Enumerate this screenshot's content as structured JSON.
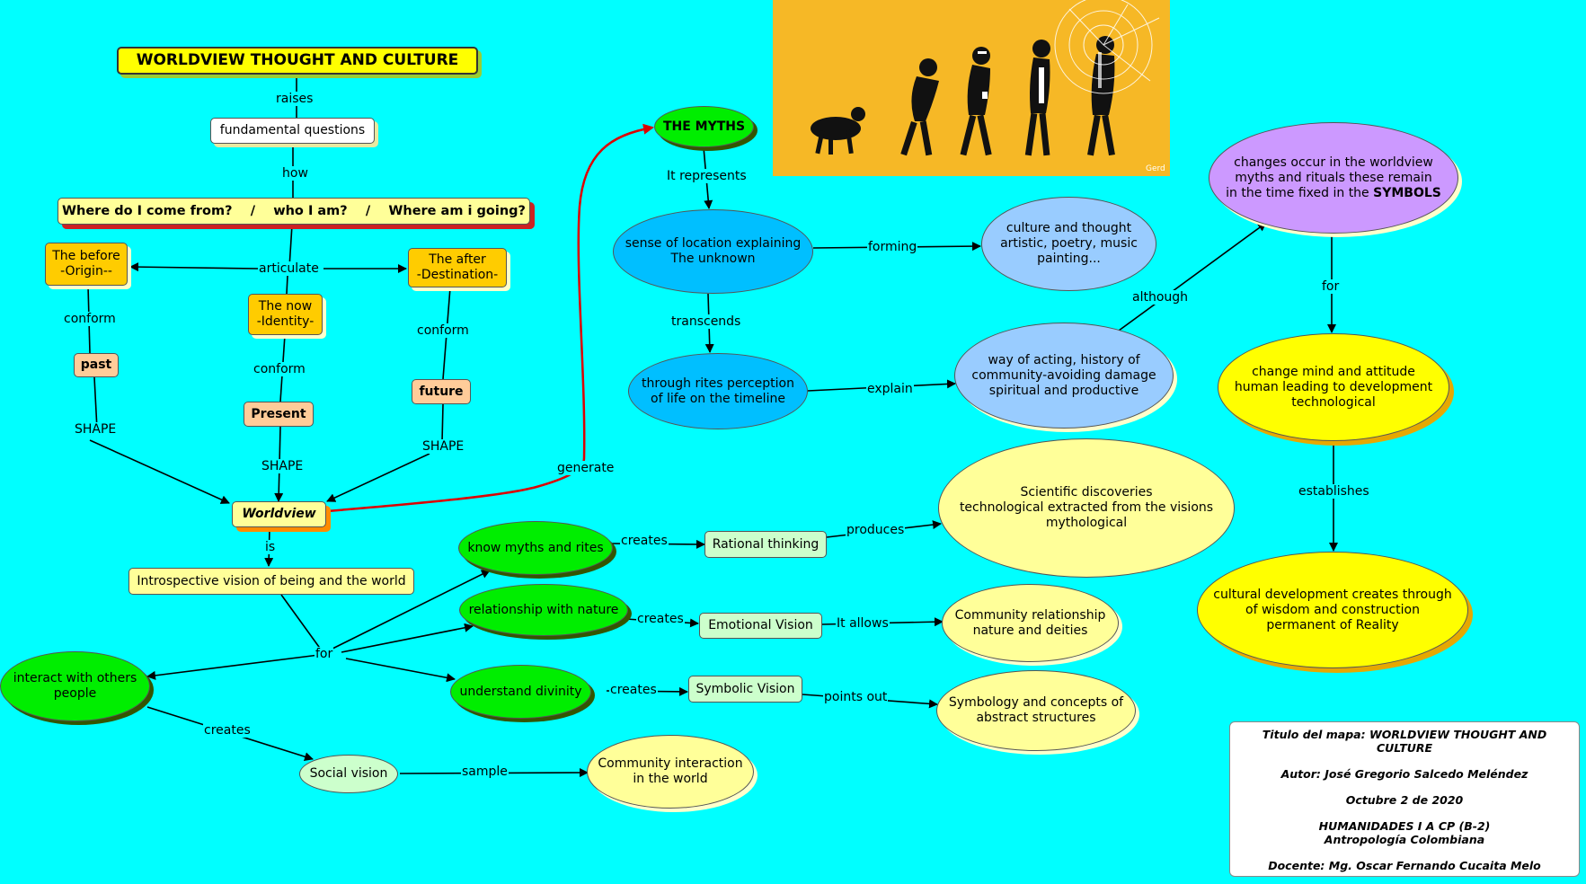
{
  "title": "WORLDVIEW THOUGHT AND CULTURE",
  "nodes": {
    "fundamental": "fundamental questions",
    "questions": "Where do I come from?    /    who I am?    /    Where am i going?",
    "before": "The before\n-Origin--",
    "now": "The now\n-Identity-",
    "after": "The after\n-Destination-",
    "past": "past",
    "present": "Present",
    "future": "future",
    "worldview": "Worldview",
    "introspective": "Introspective vision of being and the world",
    "know_myths": "know myths and rites",
    "relationship_nature": "relationship with nature",
    "understand_divinity": "understand divinity",
    "interact_others": "interact with others\npeople",
    "social_vision": "Social vision",
    "community_interaction": "Community interaction\nin the world",
    "rational_thinking": "Rational thinking",
    "emotional_vision": "Emotional Vision",
    "symbolic_vision": "Symbolic Vision",
    "scientific": "Scientific discoveries\ntechnological extracted from the visions\nmythological",
    "community_relationship": "Community relationship\nnature and deities",
    "symbology": "Symbology and concepts of\nabstract structures",
    "myths": "THE MYTHS",
    "sense_location": "sense of location explaining\nThe unknown",
    "rites_perception": "through rites perception\nof life on the timeline",
    "culture_thought": "culture and thought\nartistic, poetry, music\npainting...",
    "way_acting": "way of acting, history of\ncommunity-avoiding damage\nspiritual and productive",
    "changes_occur_pre": "changes occur in the worldview\nmyths and rituals these remain\nin the time fixed in the ",
    "changes_occur_bold": "SYMBOLS",
    "change_mind": "change mind and attitude\nhuman leading to development\ntechnological",
    "cultural_dev": "cultural development creates through\nof wisdom and construction\npermanent of Reality"
  },
  "links": {
    "raises": "raises",
    "how": "how",
    "articulate": "articulate",
    "conform1": "conform",
    "conform2": "conform",
    "conform3": "conform",
    "shape1": "SHAPE",
    "shape2": "SHAPE",
    "shape3": "SHAPE",
    "generate": "generate",
    "is": "is",
    "for": "for",
    "creates1": "creates",
    "creates2": "creates",
    "creates3": "creates",
    "creates4": "creates",
    "produces": "produces",
    "it_allows": "It allows",
    "points_out": "points out",
    "sample": "sample",
    "it_represents": "It represents",
    "transcends": "transcends",
    "forming": "forming",
    "explain": "explain",
    "although": "although",
    "for2": "for",
    "establishes": "establishes"
  },
  "info": {
    "titulo": "Titulo del mapa: WORLDVIEW THOUGHT AND CULTURE",
    "autor": "Autor: José Gregorio Salcedo Meléndez",
    "fecha": "Octubre 2 de 2020",
    "curso": "HUMANIDADES I A CP (B-2)",
    "materia": "Antropología Colombiana",
    "docente": "Docente: Mg. Oscar Fernando Cucaita Melo"
  },
  "image_caption": "Gerd",
  "colors": {
    "background": "#00ffff",
    "highlight_link": "#dd0000"
  }
}
